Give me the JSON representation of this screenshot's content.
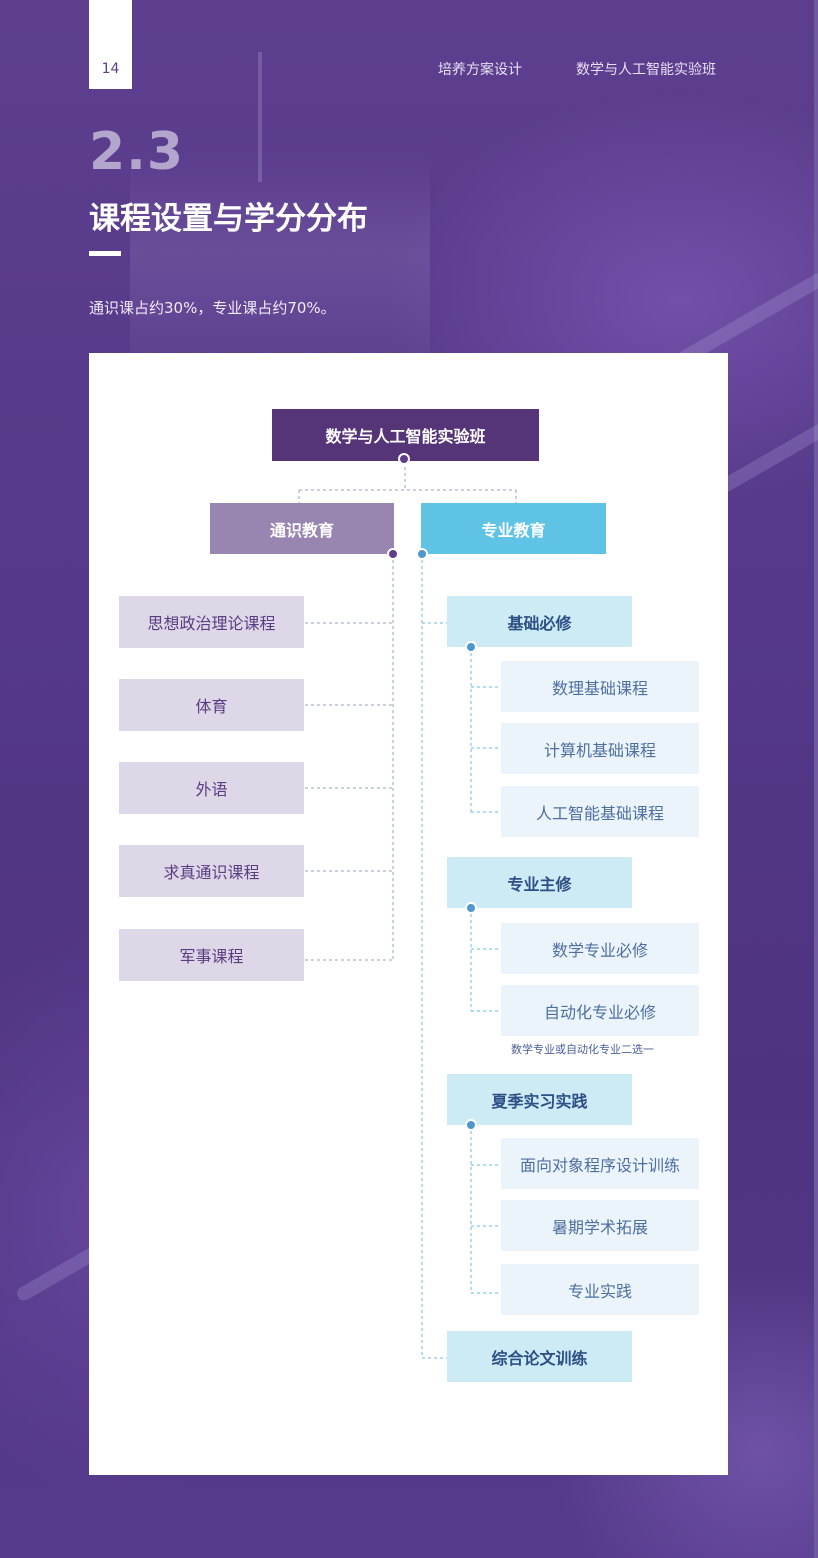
{
  "page": {
    "number": "14",
    "header_links": [
      "培养方案设计",
      "数学与人工智能实验班"
    ],
    "section_number": "2.3",
    "section_title": "课程设置与学分分布",
    "intro": "通识课占约30%，专业课占约70%。"
  },
  "colors": {
    "background": "#55388a",
    "root": "#553478",
    "general_category": "#9986b0",
    "general_item": "#ddd7e7",
    "professional_category": "#5fc3e6",
    "professional_group": "#cdebf5",
    "professional_sub": "#eaf4fa"
  },
  "diagram": {
    "root": "数学与人工智能实验班",
    "general": {
      "label": "通识教育",
      "items": [
        "思想政治理论课程",
        "体育",
        "外语",
        "求真通识课程",
        "军事课程"
      ]
    },
    "professional": {
      "label": "专业教育",
      "groups": [
        {
          "label": "基础必修",
          "items": [
            "数理基础课程",
            "计算机基础课程",
            "人工智能基础课程"
          ]
        },
        {
          "label": "专业主修",
          "items": [
            "数学专业必修",
            "自动化专业必修"
          ],
          "note": "数学专业或自动化专业二选一"
        },
        {
          "label": "夏季实习实践",
          "items": [
            "面向对象程序设计训练",
            "暑期学术拓展",
            "专业实践"
          ]
        },
        {
          "label": "综合论文训练",
          "items": []
        }
      ]
    }
  }
}
